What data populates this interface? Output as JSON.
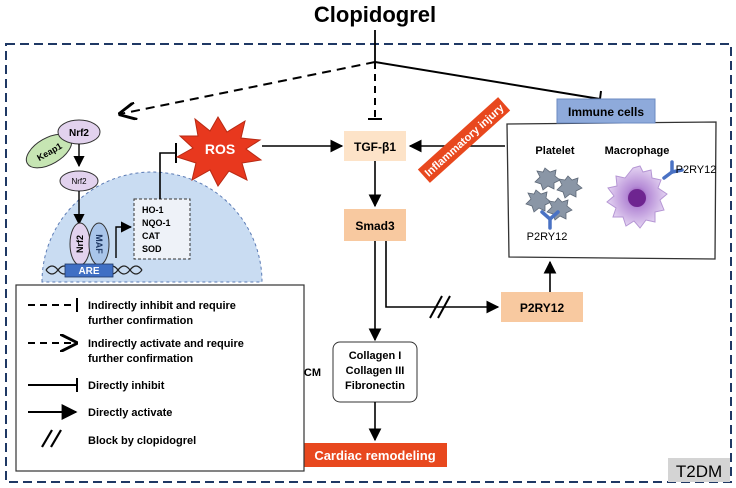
{
  "title": "Clopidogrel",
  "tag": "T2DM",
  "nodes": {
    "keap1": "Keap1",
    "nrf2_top": "Nrf2",
    "nrf2_small": "Nrf2",
    "nrf2_bound": "Nrf2",
    "maf": "MAF",
    "are": "ARE",
    "genes": [
      "HO-1",
      "NQO-1",
      "CAT",
      "SOD"
    ],
    "ros": "ROS",
    "tgf": "TGF-β1",
    "smad3": "Smad3",
    "p2ry12_box": "P2RY12",
    "immune_cells": "Immune cells",
    "platelet": "Platelet",
    "macrophage": "Macrophage",
    "p2ry12_platelet": "P2RY12",
    "p2ry12_macrophage": "P2RY12",
    "inflammatory": "Inflammatory injury",
    "ecm_label": "ECM",
    "ecm_items": [
      "Collagen I",
      "Collagen III",
      "Fibronectin"
    ],
    "cardiac": "Cardiac remodeling"
  },
  "legend": {
    "items": [
      {
        "kind": "dashed-inhibit",
        "lines": [
          "Indirectly inhibit and require",
          "further confirmation"
        ]
      },
      {
        "kind": "dashed-activate",
        "lines": [
          "Indirectly activate and require",
          "further confirmation"
        ]
      },
      {
        "kind": "inhibit",
        "lines": [
          "Directly inhibit"
        ]
      },
      {
        "kind": "activate",
        "lines": [
          "Directly activate"
        ]
      },
      {
        "kind": "block",
        "lines": [
          "Block by clopidogrel"
        ]
      }
    ]
  },
  "colors": {
    "frame": "#1f3864",
    "ros": "#e8381e",
    "tgf_box": "#fde3c8",
    "p2ry12_box": "#f8c9a0",
    "immune_box": "#8eaadb",
    "orange_label": "#e8481e",
    "nucleus": "#c9dcf2",
    "keap1": "#c6e5b3",
    "nrf2": "#e2d2ee",
    "are_box": "#3f6fc4",
    "platelet": "#8a96a6",
    "macrophage": "#c7a8e0",
    "receptor": "#4a72c4"
  }
}
